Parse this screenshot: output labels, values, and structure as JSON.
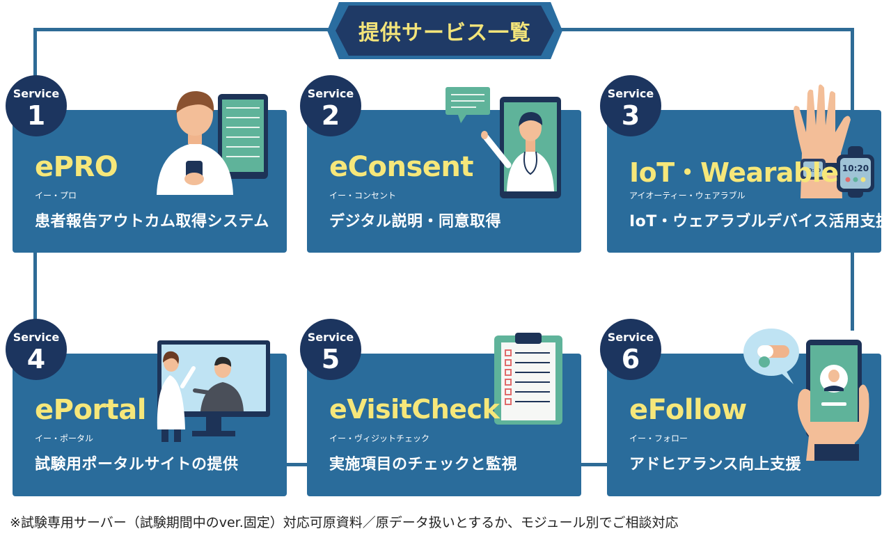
{
  "title": "提供サービス一覧",
  "services": [
    {
      "label": "Service",
      "number": "1",
      "name": "ePRO",
      "kana": "イー・プロ",
      "desc": "患者報告アウトカム取得システム",
      "icon": "person-tablet-icon"
    },
    {
      "label": "Service",
      "number": "2",
      "name": "eConsent",
      "kana": "イー・コンセント",
      "desc": "デジタル説明・同意取得",
      "icon": "doctor-phone-icon"
    },
    {
      "label": "Service",
      "number": "3",
      "name": "IoT・Wearable",
      "kana": "アイオーティー・ウェアラブル",
      "desc": "IoT・ウェアラブルデバイス活用支援",
      "icon": "smartwatch-icon"
    },
    {
      "label": "Service",
      "number": "4",
      "name": "ePortal",
      "kana": "イー・ポータル",
      "desc": "試験用ポータルサイトの提供",
      "icon": "monitor-meeting-icon"
    },
    {
      "label": "Service",
      "number": "5",
      "name": "eVisitCheck",
      "kana": "イー・ヴィジットチェック",
      "desc": "実施項目のチェックと監視",
      "icon": "clipboard-checklist-icon"
    },
    {
      "label": "Service",
      "number": "6",
      "name": "eFollow",
      "kana": "イー・フォロー",
      "desc": "アドヒアランス向上支援",
      "icon": "phone-pill-icon"
    }
  ],
  "watch_time": "10:20",
  "footnote": "※試験専用サーバー（試験期間中のver.固定）対応可原資料／原データ扱いとするか、モジュール別でご相談対応"
}
